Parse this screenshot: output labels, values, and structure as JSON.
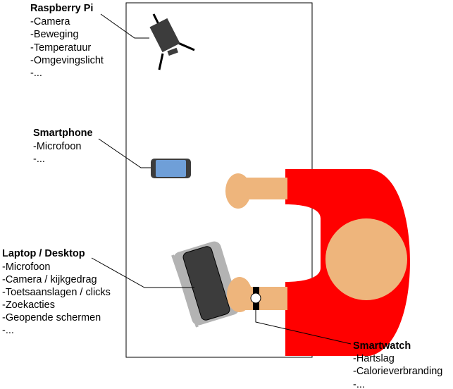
{
  "colors": {
    "shirt": "#ff0000",
    "skin": "#eeb57c",
    "device": "#3c3c3c",
    "laptop": "#b3b3b3",
    "screen": "#6f9fd8"
  },
  "raspberry_pi": {
    "title": "Raspberry Pi",
    "items": [
      "-Camera",
      "-Beweging",
      "-Temperatuur",
      "-Omgevingslicht",
      "-..."
    ]
  },
  "smartphone": {
    "title": "Smartphone",
    "items": [
      "-Microfoon",
      "-..."
    ]
  },
  "laptop": {
    "title": "Laptop / Desktop",
    "items": [
      "-Microfoon",
      "-Camera / kijkgedrag",
      "-Toetsaanslagen / clicks",
      "-Zoekacties",
      "-Geopende schermen",
      "-..."
    ]
  },
  "smartwatch": {
    "title": "Smartwatch",
    "items": [
      "-Hartslag",
      "-Calorieverbranding",
      "-..."
    ]
  }
}
